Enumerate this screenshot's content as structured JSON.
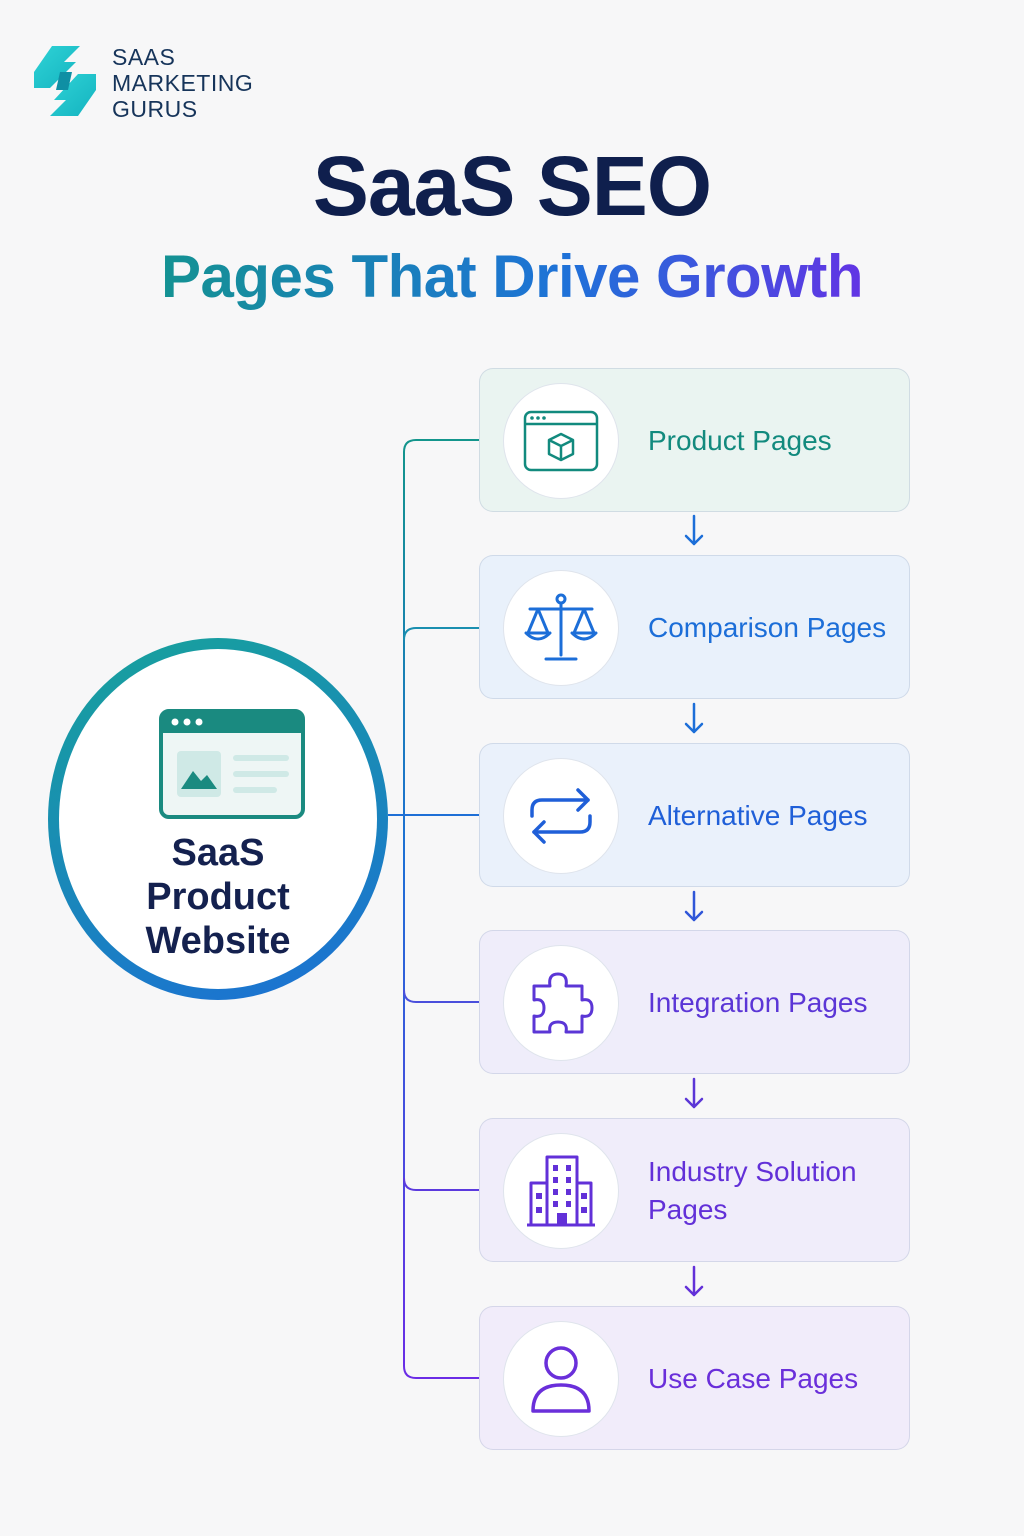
{
  "brand": {
    "line1": "SAAS",
    "line2": "MARKETING",
    "line3": "GURUS",
    "colors": {
      "teal": "#1ec4c8",
      "navy": "#16345a"
    }
  },
  "header": {
    "title": "SaaS SEO",
    "subtitle": "Pages That Drive Growth"
  },
  "hub": {
    "icon": "browser-window-icon",
    "line1": "SaaS",
    "line2": "Product",
    "line3": "Website"
  },
  "pages": [
    {
      "label": "Product Pages",
      "icon": "box-browser-icon",
      "color": "#128a7e"
    },
    {
      "label": "Comparison Pages",
      "icon": "scale-icon",
      "color": "#1c6ed8"
    },
    {
      "label": "Alternative Pages",
      "icon": "swap-arrows-icon",
      "color": "#1f5fd8"
    },
    {
      "label": "Integration Pages",
      "icon": "puzzle-icon",
      "color": "#5b36d6"
    },
    {
      "label": "Industry Solution Pages",
      "icon": "building-icon",
      "color": "#6230d8"
    },
    {
      "label": "Use Case Pages",
      "icon": "user-icon",
      "color": "#6a2fda"
    }
  ]
}
